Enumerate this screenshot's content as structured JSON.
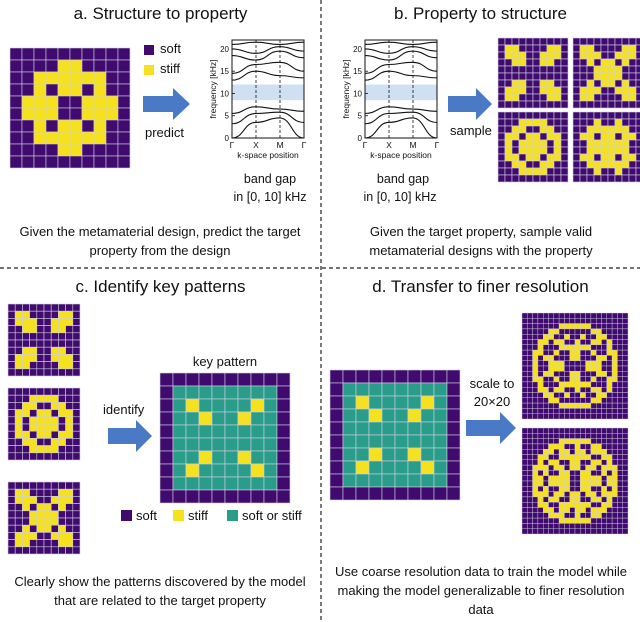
{
  "colors": {
    "soft": "#400a6e",
    "stiff": "#f5e11e",
    "either": "#2a9d8a",
    "arrow": "#4a79c6",
    "gridline": "#cfcfe0",
    "band": "#cfe0f2"
  },
  "panels": {
    "a": {
      "title": "a. Structure to property",
      "legend_soft": "soft",
      "legend_stiff": "stiff",
      "arrow_label": "predict",
      "band_gap_label": "band gap",
      "band_gap_range": "in  [0, 10] kHz",
      "caption": "Given the metamaterial design, predict the target property from the design"
    },
    "b": {
      "title": "b. Property to structure",
      "arrow_label": "sample",
      "band_gap_label": "band gap",
      "band_gap_range": "in  [0, 10] kHz",
      "caption": "Given the target property, sample valid metamaterial designs with the property"
    },
    "c": {
      "title": "c. Identify key patterns",
      "arrow_label": "identify",
      "key_pattern_label": "key pattern",
      "legend_soft": "soft",
      "legend_stiff": "stiff",
      "legend_either": "soft or stiff",
      "caption": "Clearly show the patterns discovered by the model that are related to the target property"
    },
    "d": {
      "title": "d. Transfer to finer resolution",
      "arrow_label_line1": "scale to",
      "arrow_label_line2": "20×20",
      "caption": "Use coarse resolution data to train the model while making the model generalizable to finer resolution data"
    }
  },
  "band_plot": {
    "ylabel": "frequency [kHz]",
    "xlabel": "k-space position",
    "xticks": [
      "Γ",
      "X",
      "M",
      "Γ"
    ],
    "yticks": [
      "0",
      "5",
      "10",
      "15",
      "20"
    ]
  },
  "grids": {
    "main10": [
      "0000000000",
      "0000110000",
      "0011111100",
      "0010110100",
      "0111001110",
      "0111001110",
      "0010110100",
      "0011111100",
      "0000110000",
      "0000000000"
    ],
    "g_b1": [
      "0000000000",
      "0110000110",
      "0111001110",
      "0011001100",
      "0000000000",
      "0000000000",
      "0011001100",
      "0111001110",
      "0110000110",
      "0000000000"
    ],
    "g_b2": [
      "0000000000",
      "0110000110",
      "0111001110",
      "0010110100",
      "0001111000",
      "0001111000",
      "0010110100",
      "0111001110",
      "0110000110",
      "0000000000"
    ],
    "g_b3": [
      "0000000000",
      "0001111000",
      "0011001100",
      "0110110110",
      "0101111010",
      "0101111010",
      "0110110110",
      "0011001100",
      "0001111000",
      "0000000000"
    ],
    "g_b4": [
      "0000000000",
      "0001001000",
      "0011111100",
      "0110110110",
      "0011111100",
      "0011111100",
      "0110110110",
      "0011111100",
      "0001001000",
      "0000000000"
    ],
    "key10": [
      "0000000000",
      "0222222220",
      "0212222120",
      "0221221220",
      "0222222220",
      "0222222220",
      "0221221220",
      "0212222120",
      "0222222220",
      "0000000000"
    ],
    "fine20_a": [
      "00000000000000000000",
      "00000000000000000000",
      "00000001111110000000",
      "00000110000001100000",
      "00001100100100110000",
      "00011011001001101000",
      "00010001111110001000",
      "00110010011001001100",
      "00101100011000110100",
      "00100111000011100100",
      "00100111000011100100",
      "00101100011000110100",
      "00110010011001001100",
      "00010001111110001000",
      "00011011001001101000",
      "00001100100100110000",
      "00000110000001100000",
      "00000001111110000000",
      "00000000000000000000",
      "00000000000000000000"
    ],
    "fine20_b": [
      "00000000000000000000",
      "00000000000000000000",
      "00000001111110000000",
      "00000111001001100000",
      "00001101101101110000",
      "00011001111110011000",
      "00010110011001101000",
      "00111011011011011100",
      "00101001100110010100",
      "00110111100111101100",
      "00110111100111101100",
      "00101001100110010100",
      "00111011011011011100",
      "00010110011001101000",
      "00011001111110011000",
      "00001101101101110000",
      "00000111001001100000",
      "00000001111110000000",
      "00000000000000000000",
      "00000000000000000000"
    ]
  }
}
